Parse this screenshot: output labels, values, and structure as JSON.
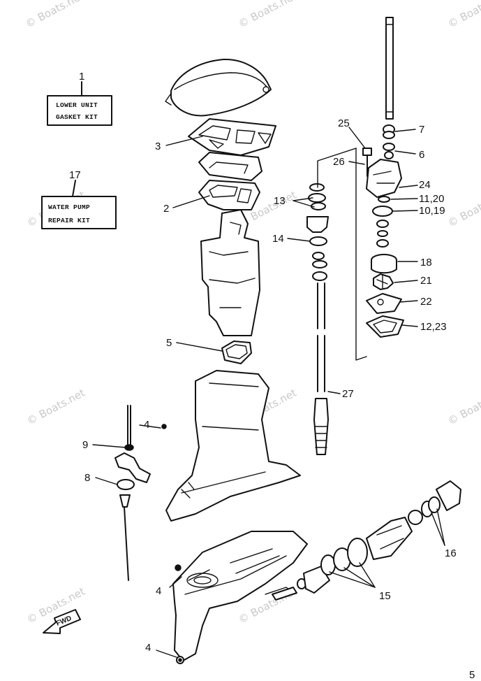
{
  "diagram": {
    "kit_boxes": {
      "gasket_kit": {
        "line1": "LOWER UNIT",
        "line2": "GASKET KIT"
      },
      "water_pump_kit": {
        "line1": "WATER PUMP",
        "line2": "REPAIR KIT"
      }
    },
    "callouts": {
      "c1": "1",
      "c2": "2",
      "c3": "3",
      "c4a": "4",
      "c4b": "4",
      "c4c": "4",
      "c5": "5",
      "c6": "6",
      "c7": "7",
      "c8": "8",
      "c9": "9",
      "c10_19": "10,19",
      "c11_20": "11,20",
      "c12_23": "12,23",
      "c13": "13",
      "c14": "14",
      "c15": "15",
      "c16": "16",
      "c17": "17",
      "c18": "18",
      "c21": "21",
      "c22": "22",
      "c24": "24",
      "c25": "25",
      "c26": "26",
      "c27": "27"
    },
    "fwd_label": "FWD",
    "watermark": "© Boats.net",
    "corner_code": "5"
  }
}
